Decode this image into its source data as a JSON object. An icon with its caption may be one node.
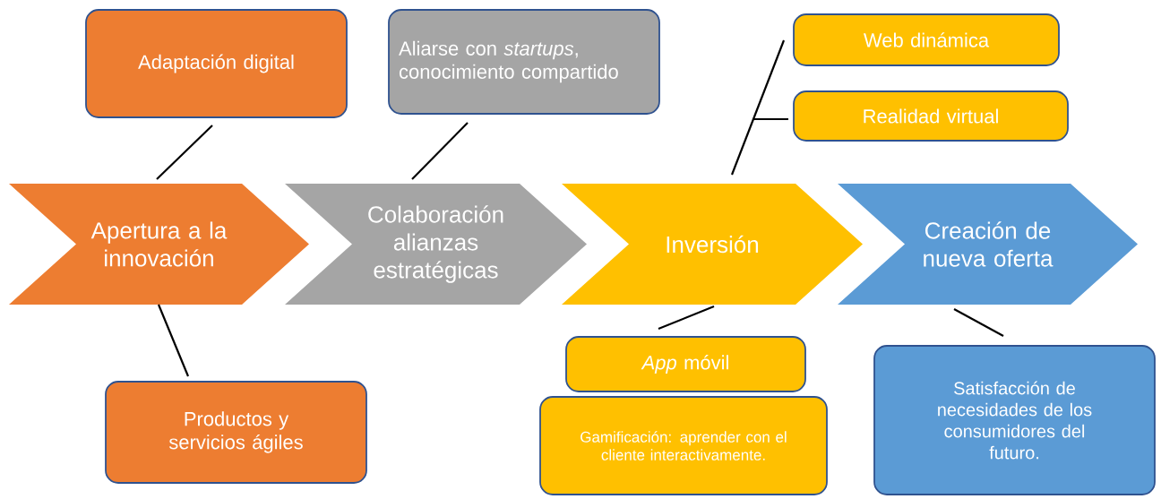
{
  "diagram": {
    "nodes": [
      {
        "text": [
          "Adaptación digital"
        ]
      },
      {
        "text": [
          "Aliarse con *startups*, conocimiento compartido"
        ]
      },
      {
        "text": [
          "Web dinámica"
        ]
      },
      {
        "text": [
          "Realidad virtual"
        ]
      },
      {
        "text": [
          "Apertura a la innovación"
        ]
      },
      {
        "text": [
          "Colaboración alianzas estratégicas"
        ]
      },
      {
        "text": [
          "Inversión"
        ]
      },
      {
        "text": [
          "Creación de nueva oferta"
        ]
      },
      {
        "text": [
          "*App* móvil"
        ]
      },
      {
        "text": [
          "Productos y servicios ágiles"
        ]
      },
      {
        "text": [
          "Gamificación: aprender con el cliente interactivamente."
        ]
      },
      {
        "text": [
          "Satisfacción de necesidades de los consumidores del futuro."
        ]
      }
    ],
    "edges": [
      {
        "from": 4,
        "to": 0,
        "arrow": "none"
      },
      {
        "from": 4,
        "to": 9,
        "arrow": "none"
      },
      {
        "from": 5,
        "to": 1,
        "arrow": "none"
      },
      {
        "from": 6,
        "to": 2,
        "arrow": "none"
      },
      {
        "from": 6,
        "to": 3,
        "arrow": "none"
      },
      {
        "from": 6,
        "to": 8,
        "arrow": "none"
      },
      {
        "from": 7,
        "to": 11,
        "arrow": "none"
      }
    ]
  }
}
